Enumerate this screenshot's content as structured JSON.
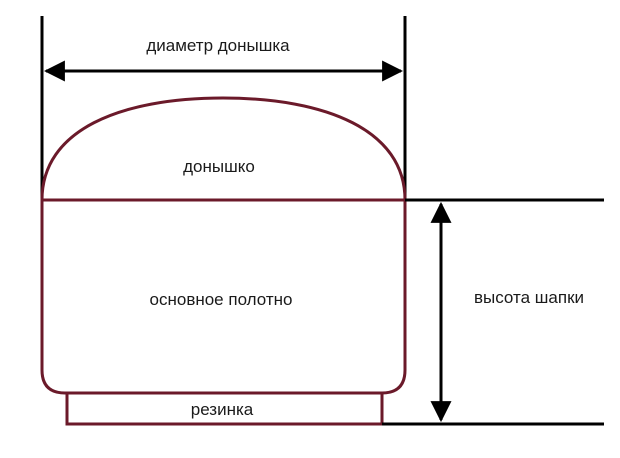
{
  "labels": {
    "crown_diameter": "диаметр донышка",
    "crown": "донышко",
    "main_panel": "основное полотно",
    "hat_height": "высота шапки",
    "ribbing": "резинка"
  },
  "colors": {
    "outline": "#6b1a2a",
    "dimension": "#000000",
    "text": "#1a1a1a",
    "background": "#ffffff"
  }
}
